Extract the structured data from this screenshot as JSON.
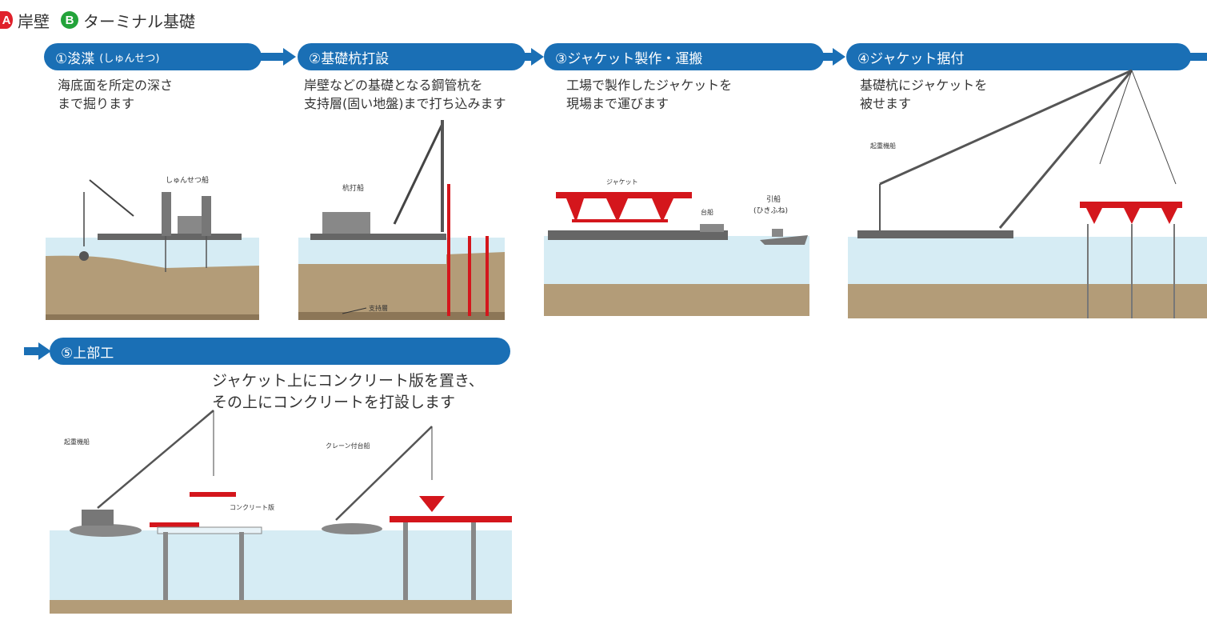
{
  "legend": {
    "a_badge": "A",
    "a_label": "岸壁",
    "b_badge": "B",
    "b_label": "ターミナル基礎"
  },
  "steps": [
    {
      "title": "①浚渫",
      "subtitle": "(しゅんせつ)",
      "desc_line1": "海底面を所定の深さ",
      "desc_line2": "まで掘ります",
      "labels": {
        "vessel": "しゅんせつ船"
      }
    },
    {
      "title": "②基礎杭打設",
      "desc_line1": "岸壁などの基礎となる鋼管杭を",
      "desc_line2": "支持層(固い地盤)まで打ち込みます",
      "labels": {
        "vessel": "杭打船",
        "layer": "支持層"
      }
    },
    {
      "title": "③ジャケット製作・運搬",
      "desc_line1": "工場で製作したジャケットを",
      "desc_line2": "現場まで運びます",
      "labels": {
        "jacket": "ジャケット",
        "barge": "台船",
        "tug_1": "引船",
        "tug_2": "(ひきふね)"
      }
    },
    {
      "title": "④ジャケット据付",
      "desc_line1": "基礎杭にジャケットを",
      "desc_line2": "被せます",
      "labels": {
        "vessel": "起重機船"
      }
    },
    {
      "title": "⑤上部工",
      "desc_line1": "ジャケット上にコンクリート版を置き、",
      "desc_line2": "その上にコンクリートを打設します",
      "labels": {
        "vessel": "起重機船",
        "slab": "コンクリート版",
        "crane_barge": "クレーン付台船"
      }
    }
  ],
  "colors": {
    "banner": "#1a6fb5",
    "water": "#d6ecf4",
    "seabed": "#b39c78",
    "steel_red": "#d4161c",
    "badge_a": "#e0212b",
    "badge_b": "#23a33a"
  }
}
